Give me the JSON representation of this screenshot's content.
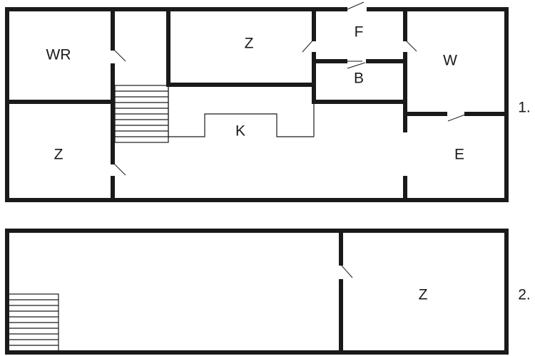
{
  "floors": [
    {
      "label": "1.",
      "rooms": [
        "WR",
        "Z",
        "F",
        "B",
        "W",
        "K",
        "Z",
        "E"
      ]
    },
    {
      "label": "2.",
      "rooms": [
        "Z"
      ]
    }
  ]
}
